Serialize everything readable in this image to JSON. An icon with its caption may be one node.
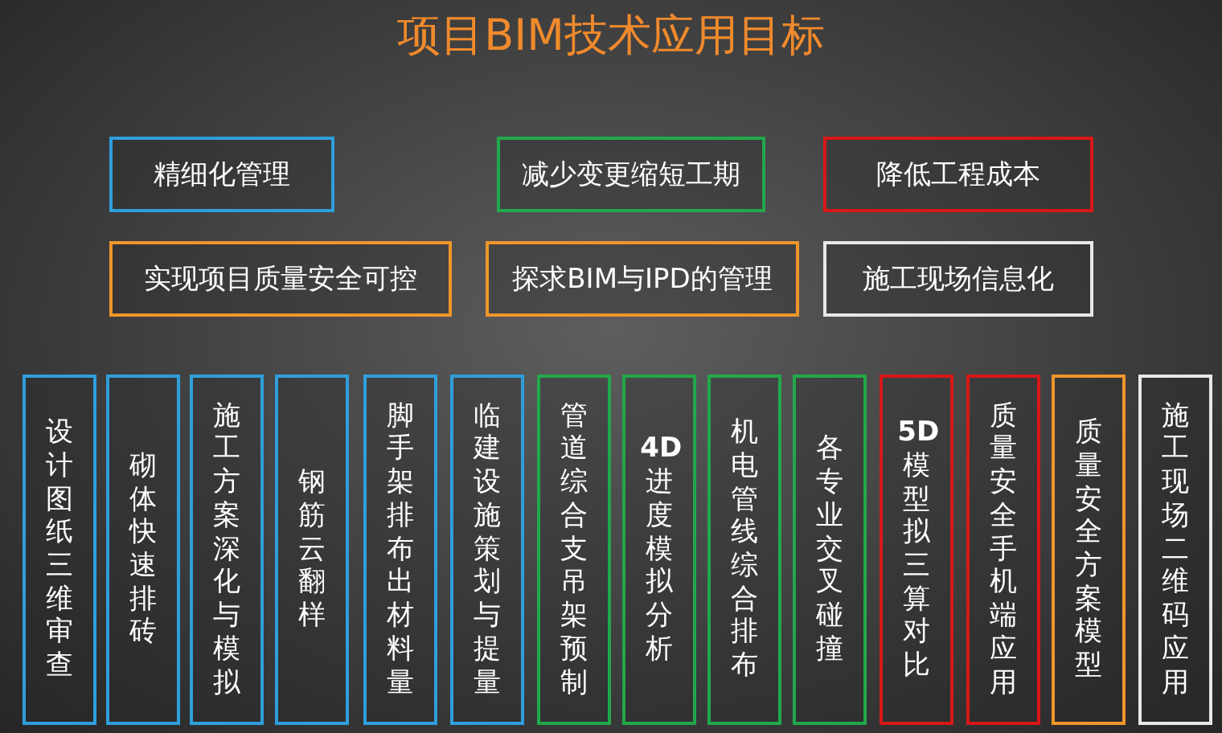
{
  "diagram": {
    "title": "项目BIM技术应用目标",
    "nodes": [
      {
        "text": [
          "精细化管理"
        ]
      },
      {
        "text": [
          "减少变更缩短工期"
        ]
      },
      {
        "text": [
          "降低工程成本"
        ]
      },
      {
        "text": [
          "实现项目质量安全可控"
        ]
      },
      {
        "text": [
          "探求BIM与IPD的管理"
        ]
      },
      {
        "text": [
          "施工现场信息化"
        ]
      },
      {
        "text": [
          "设计图纸三维审查"
        ]
      },
      {
        "text": [
          "砌体快速排砖"
        ]
      },
      {
        "text": [
          "施工方案深化与模拟"
        ]
      },
      {
        "text": [
          "钢筋云翻样"
        ]
      },
      {
        "text": [
          "脚手架排布出材料量"
        ]
      },
      {
        "text": [
          "临建设施策划与提量"
        ]
      },
      {
        "text": [
          "管道综合支吊架预制"
        ]
      },
      {
        "text": [
          "**4D**进度模拟分析"
        ]
      },
      {
        "text": [
          "机电管线综合排布"
        ]
      },
      {
        "text": [
          "各专业交叉碰撞"
        ]
      },
      {
        "text": [
          "**5D**模型拟三算对比"
        ]
      },
      {
        "text": [
          "质量安全手机端应用"
        ]
      },
      {
        "text": [
          "质量安全方案模型"
        ]
      },
      {
        "text": [
          "施工现场二维码应用"
        ]
      }
    ]
  }
}
